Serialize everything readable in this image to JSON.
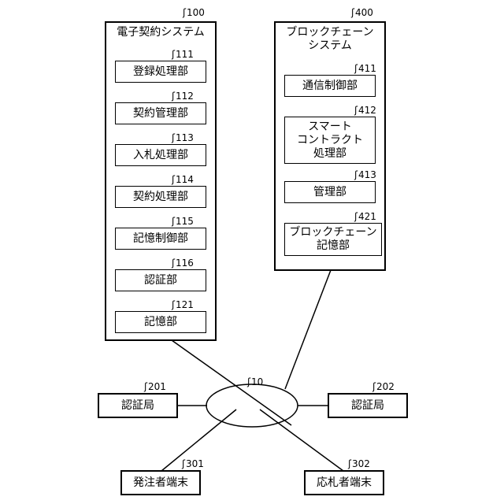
{
  "systems": {
    "contract": {
      "title": "電子契約システム",
      "ref": "100",
      "modules": [
        {
          "label": "登録処理部",
          "ref": "111"
        },
        {
          "label": "契約管理部",
          "ref": "112"
        },
        {
          "label": "入札処理部",
          "ref": "113"
        },
        {
          "label": "契約処理部",
          "ref": "114"
        },
        {
          "label": "記憶制御部",
          "ref": "115"
        },
        {
          "label": "認証部",
          "ref": "116"
        },
        {
          "label": "記憶部",
          "ref": "121"
        }
      ]
    },
    "blockchain": {
      "title": "ブロックチェーン\nシステム",
      "ref": "400",
      "modules": [
        {
          "label": "通信制御部",
          "ref": "411"
        },
        {
          "label": "スマート\nコントラクト\n処理部",
          "ref": "412"
        },
        {
          "label": "管理部",
          "ref": "413"
        },
        {
          "label": "ブロックチェーン\n記憶部",
          "ref": "421"
        }
      ]
    }
  },
  "network": {
    "ref": "10"
  },
  "nodes": {
    "auth_left": {
      "label": "認証局",
      "ref": "201"
    },
    "auth_right": {
      "label": "認証局",
      "ref": "202"
    },
    "orderer": {
      "label": "発注者端末",
      "ref": "301"
    },
    "bidder": {
      "label": "応札者端末",
      "ref": "302"
    }
  },
  "tilde": "ʃ"
}
